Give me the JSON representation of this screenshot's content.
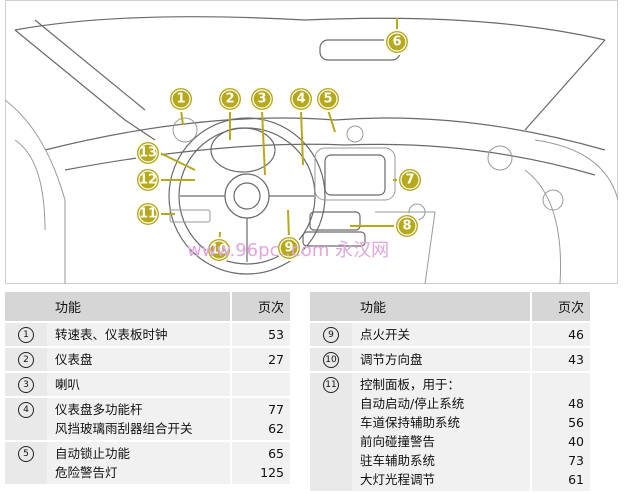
{
  "figure": {
    "callouts": [
      "1",
      "2",
      "3",
      "4",
      "5",
      "6",
      "7",
      "8",
      "9",
      "10",
      "11",
      "12",
      "13"
    ],
    "watermark": "www.96pc..com  永汉网"
  },
  "tables": {
    "left": {
      "header": {
        "function": "功能",
        "page": "页次"
      },
      "rows": [
        {
          "num": "1",
          "lines": [
            {
              "text": "转速表、仪表板时钟",
              "page": "53"
            }
          ]
        },
        {
          "num": "2",
          "lines": [
            {
              "text": "仪表盘",
              "page": "27"
            }
          ]
        },
        {
          "num": "3",
          "lines": [
            {
              "text": "喇叭",
              "page": ""
            }
          ]
        },
        {
          "num": "4",
          "lines": [
            {
              "text": "仪表盘多功能杆",
              "page": "77"
            },
            {
              "text": "风挡玻璃雨刮器组合开关",
              "page": "62"
            }
          ]
        },
        {
          "num": "5",
          "lines": [
            {
              "text": "自动锁止功能",
              "page": "65"
            },
            {
              "text": "危险警告灯",
              "page": "125"
            }
          ]
        }
      ]
    },
    "right": {
      "header": {
        "function": "功能",
        "page": "页次"
      },
      "rows": [
        {
          "num": "9",
          "lines": [
            {
              "text": "点火开关",
              "page": "46"
            }
          ]
        },
        {
          "num": "10",
          "lines": [
            {
              "text": "调节方向盘",
              "page": "43"
            }
          ]
        },
        {
          "num": "11",
          "lines": [
            {
              "text": "控制面板，用于：",
              "page": ""
            },
            {
              "text": "自动启动/停止系统",
              "page": "48"
            },
            {
              "text": "车道保持辅助系统",
              "page": "56"
            },
            {
              "text": "前向碰撞警告",
              "page": "40"
            },
            {
              "text": "驻车辅助系统",
              "page": "73"
            },
            {
              "text": "大灯光程调节",
              "page": "61"
            }
          ]
        }
      ]
    }
  }
}
